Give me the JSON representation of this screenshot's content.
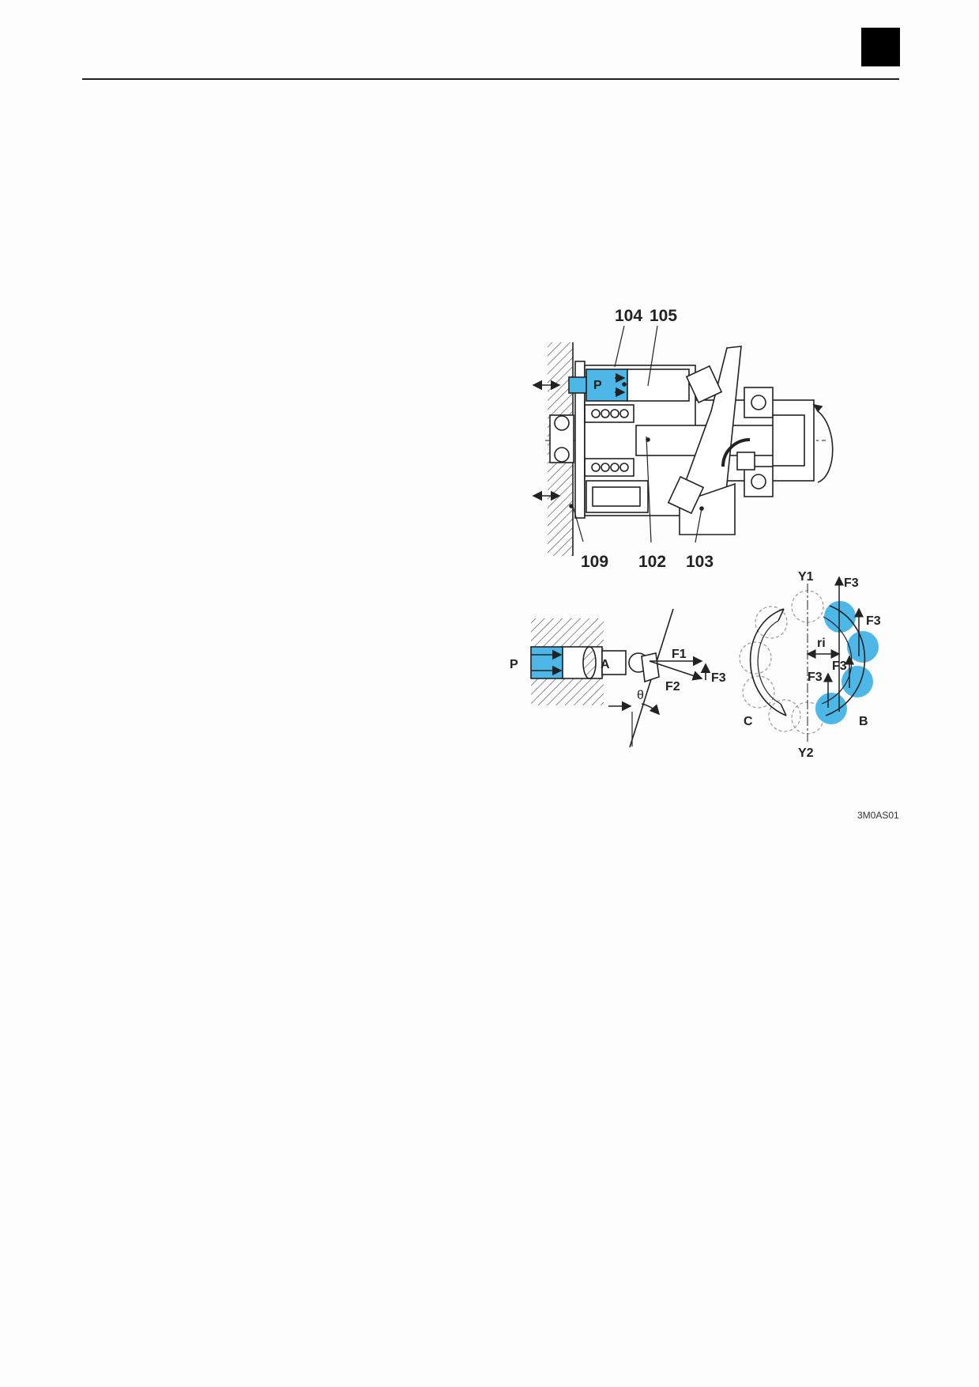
{
  "colors": {
    "pressure_blue": "#4db8e8",
    "line": "#222222"
  },
  "top_figure": {
    "part_numbers": {
      "p104": "104",
      "p105": "105",
      "p109": "109",
      "p102": "102",
      "p103": "103"
    },
    "pressure_label": "P"
  },
  "piston_figure": {
    "pressure_label": "P",
    "area_label": "A",
    "force_f1": "F1",
    "force_f2": "F2",
    "force_f3": "F3",
    "angle_label": "θ"
  },
  "ring_figure": {
    "y1": "Y1",
    "y2": "Y2",
    "radius_label": "ri",
    "force_label": "F3",
    "point_b": "B",
    "point_c": "C"
  },
  "figure_code": "3M0AS01"
}
